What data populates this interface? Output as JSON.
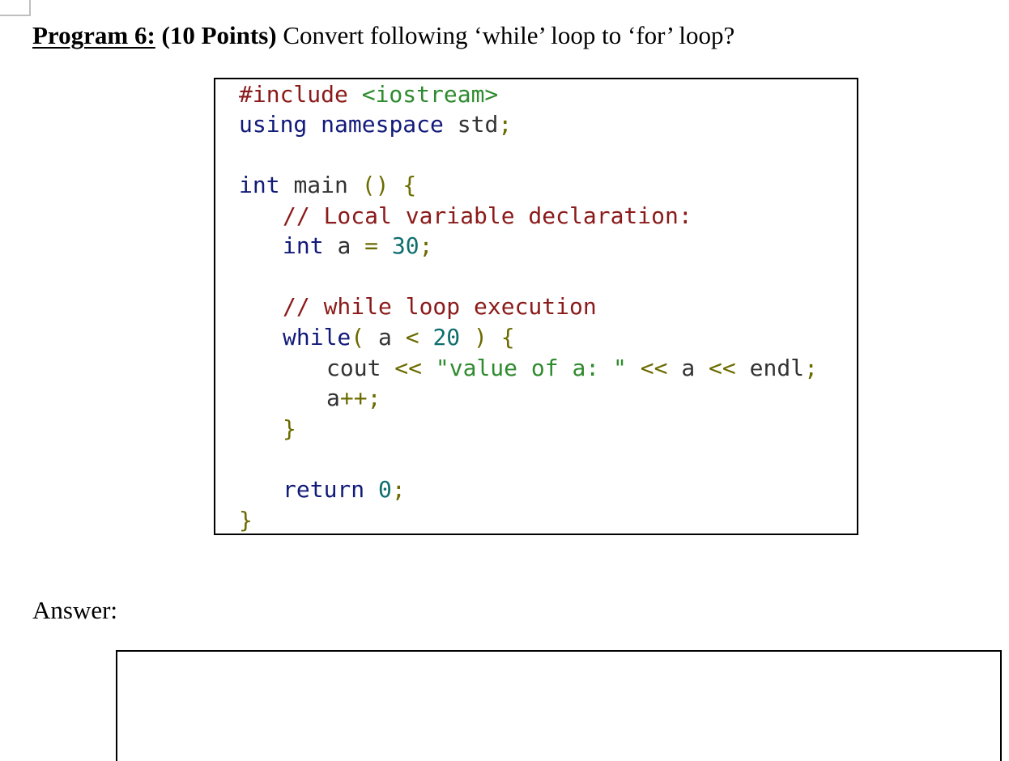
{
  "question": {
    "label": "Program 6:",
    "points": "(10 Points)",
    "text": "Convert following ‘while’ loop to ‘for’ loop?"
  },
  "code": {
    "line1": {
      "directive": "#include",
      "header": "<iostream>"
    },
    "line2": {
      "using": "using",
      "namespace": "namespace",
      "std": "std",
      "semicolon": ";"
    },
    "line4": {
      "int": "int",
      "main": "main",
      "parens": "()",
      "brace": "{"
    },
    "line5": {
      "comment": "// Local variable declaration:"
    },
    "line6": {
      "int": "int",
      "var": "a",
      "assign": "=",
      "value": "30",
      "semicolon": ";"
    },
    "line8": {
      "comment": "// while loop execution"
    },
    "line9": {
      "while": "while",
      "open": "(",
      "var": "a",
      "op": "<",
      "value": "20",
      "close": ")",
      "brace": "{"
    },
    "line10": {
      "cout": "cout",
      "shift1": "<<",
      "string": "\"value of a: \"",
      "shift2": "<<",
      "var": "a",
      "shift3": "<<",
      "endl": "endl",
      "semicolon": ";"
    },
    "line11": {
      "var": "a",
      "inc": "++",
      "semicolon": ";"
    },
    "line12": {
      "brace": "}"
    },
    "line14": {
      "return": "return",
      "value": "0",
      "semicolon": ";"
    },
    "line15": {
      "brace": "}"
    }
  },
  "answer": {
    "label": "Answer:",
    "value": ""
  },
  "colors": {
    "preprocessor": "#8b1a1a",
    "string": "#2e8b2e",
    "keyword": "#121a7a",
    "identifier": "#333333",
    "punctuation": "#6b6b00",
    "number": "#0f6e6e",
    "comment": "#8b1a1a"
  }
}
